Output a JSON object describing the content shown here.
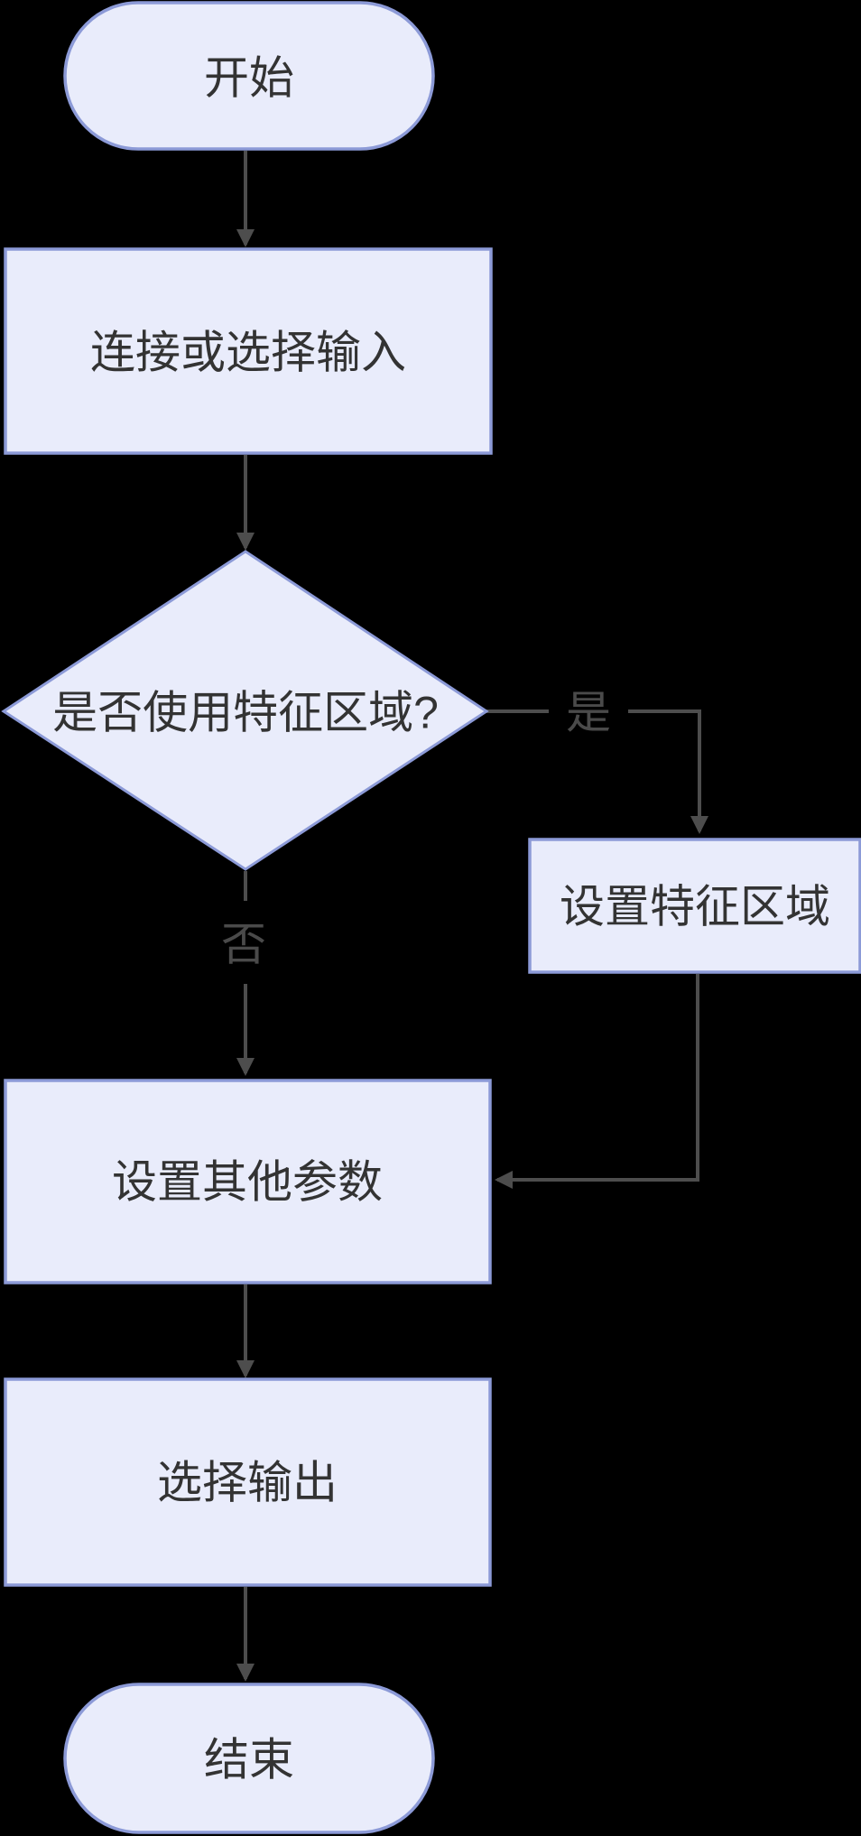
{
  "diagram": {
    "type": "flowchart",
    "background": "#000000",
    "nodes": {
      "start": {
        "type": "terminator",
        "label": "开始"
      },
      "input": {
        "type": "process",
        "label": "连接或选择输入"
      },
      "decision": {
        "type": "decision",
        "label": "是否使用特征区域?"
      },
      "set_feature_region": {
        "type": "process",
        "label": "设置特征区域"
      },
      "set_other_params": {
        "type": "process",
        "label": "设置其他参数"
      },
      "select_output": {
        "type": "process",
        "label": "选择输出"
      },
      "end": {
        "type": "terminator",
        "label": "结束"
      }
    },
    "edges": [
      {
        "from": "start",
        "to": "input",
        "label": ""
      },
      {
        "from": "input",
        "to": "decision",
        "label": ""
      },
      {
        "from": "decision",
        "to": "set_feature_region",
        "label": "是"
      },
      {
        "from": "decision",
        "to": "set_other_params",
        "label": "否"
      },
      {
        "from": "set_feature_region",
        "to": "set_other_params",
        "label": ""
      },
      {
        "from": "set_other_params",
        "to": "select_output",
        "label": ""
      },
      {
        "from": "select_output",
        "to": "end",
        "label": ""
      }
    ],
    "edge_labels": {
      "yes": "是",
      "no": "否"
    },
    "colors": {
      "node_fill": "#E9ECFB",
      "node_stroke": "#8C9AD7",
      "node_text": "#333333",
      "edge_stroke": "#4D4D4D",
      "edge_label_text": "#4A4A4A",
      "background": "#000000"
    }
  }
}
